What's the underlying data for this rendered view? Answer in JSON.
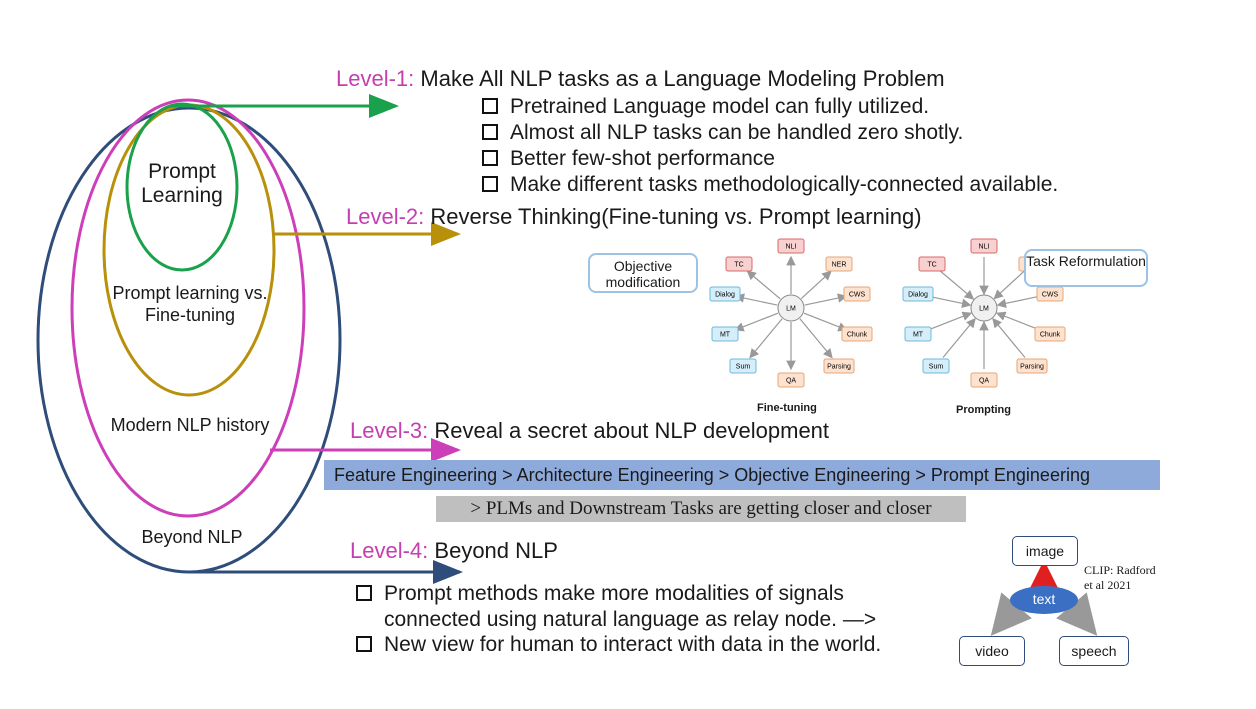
{
  "ellipses": {
    "prompt_learning": "Prompt Learning",
    "vs_finetuning": "Prompt learning vs. Fine-tuning",
    "modern_nlp": "Modern NLP history",
    "beyond_nlp": "Beyond NLP"
  },
  "colors": {
    "green": "#1aa14c",
    "gold": "#b8900a",
    "magenta": "#cc3fb9",
    "navy": "#2f4d7a",
    "level_tag": "#c43fb0",
    "bar_blue": "#8eaadb",
    "bar_gray": "#bfbfbf"
  },
  "level1": {
    "tag": "Level-1:",
    "text": "Make All NLP tasks as a Language Modeling Problem",
    "bullets": [
      "Pretrained Language model can fully utilized.",
      "Almost all NLP tasks can be handled zero shotly.",
      "Better few-shot performance",
      "Make different tasks methodologically-connected available."
    ]
  },
  "level2": {
    "tag": "Level-2:",
    "text": "Reverse Thinking(Fine-tuning vs. Prompt learning)",
    "finetune_caption": "Fine-tuning",
    "prompt_caption": "Prompting",
    "callout_objective": "Objective modification",
    "callout_task": "Task Reformulation",
    "center": "LM",
    "tasks": [
      "NLI",
      "NER",
      "CWS",
      "Chunk",
      "Parsing",
      "QA",
      "Sum",
      "MT",
      "Dialog",
      "TC"
    ]
  },
  "level3": {
    "tag": "Level-3:",
    "text": "Reveal a secret about NLP development",
    "engineering": "Feature Engineering > Architecture Engineering > Objective Engineering > Prompt Engineering",
    "closer": "> PLMs and Downstream Tasks are getting closer and closer"
  },
  "level4": {
    "tag": "Level-4:",
    "text": "Beyond NLP",
    "bullets": [
      "Prompt methods make more modalities of signals",
      "connected using natural language as relay node.  —>",
      "New view for human to interact with data in the world."
    ]
  },
  "modality": {
    "image": "image",
    "text": "text",
    "video": "video",
    "speech": "speech",
    "clip_ref": "CLIP: Radford et al 2021"
  }
}
